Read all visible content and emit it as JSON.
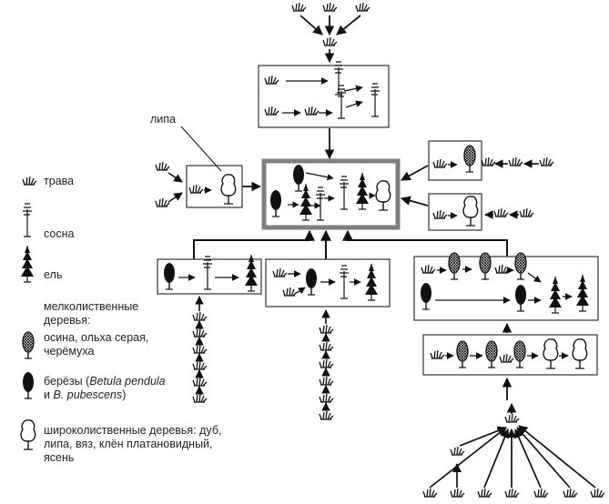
{
  "callout": {
    "label": "липа"
  },
  "legend": {
    "grass": "трава",
    "pine": "сосна",
    "spruce": "ель",
    "smallleaf_heading": "мелколиственные",
    "smallleaf_heading2": "деревья:",
    "aspen_line1": "осина, ольха серая,",
    "aspen_line2": "черёмуха",
    "birch_line1_a": "берёзы (",
    "birch_line1_latin": "Betula pendula",
    "birch_line2_a": "и ",
    "birch_line2_latin": "B. pubescens",
    "birch_line2_b": ")",
    "broadleaf_line1": "широколиственные деревья: дуб,",
    "broadleaf_line2": "липа, вяз, клён платановидный,",
    "broadleaf_line3": "ясень"
  },
  "colors": {
    "ink": "#111111",
    "box_border": "#333333",
    "center_border": "#7f7f7f"
  },
  "icons": [
    "grass-icon",
    "pine-icon",
    "spruce-icon",
    "aspen-icon",
    "birch-icon",
    "broadleaf-icon"
  ]
}
